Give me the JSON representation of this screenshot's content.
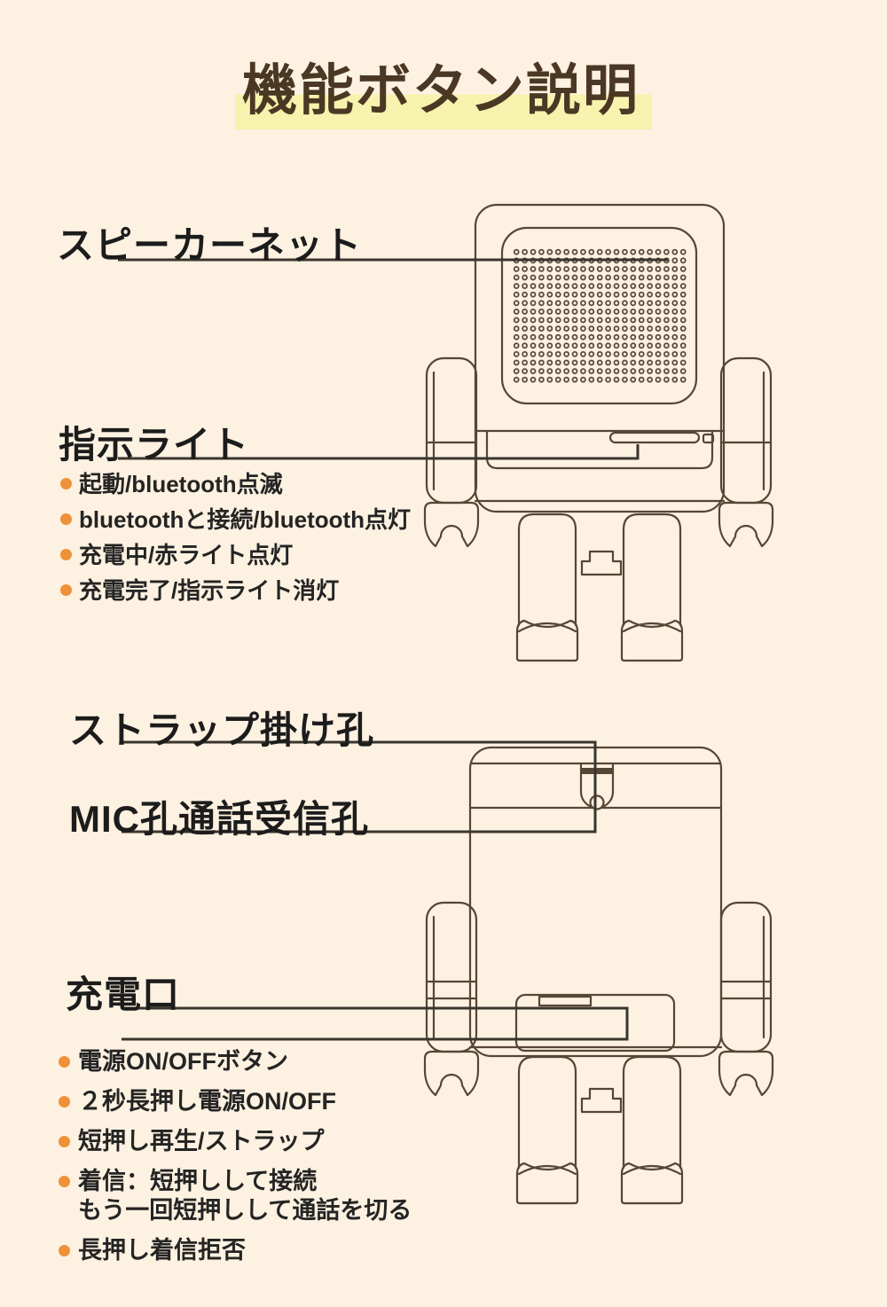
{
  "page": {
    "title": "機能ボタン説明",
    "background_color": "#fdf1e1",
    "title_color": "#4b3824",
    "title_highlight_color": "#f7f2ad",
    "bullet_color": "#ee9138",
    "drawing_line_color": "#564636",
    "leader_line_color": "#3a352d",
    "text_color": "#242424"
  },
  "labels": {
    "speaker_net": "スピーカーネット",
    "indicator_light": "指示ライト",
    "strap_hole": "ストラップ掛け孔",
    "mic_hole": "MIC孔通話受信孔",
    "charge_port": "充電口"
  },
  "indicator_notes": [
    "起動/bluetooth点滅",
    "bluetoothと接続/bluetooth点灯",
    "充電中/赤ライト点灯",
    "充電完了/指示ライト消灯"
  ],
  "charge_notes": [
    "電源ON/OFFボタン",
    "２秒長押し電源ON/OFF",
    "短押し再生/ストラップ",
    "着信：短押しして接続\nもう一回短押しして通話を切る",
    "長押し着信拒否"
  ],
  "icons": {
    "bullet_dot": "orange-circle",
    "drawings": [
      "robot-speaker-front-view",
      "robot-speaker-back-view"
    ]
  }
}
